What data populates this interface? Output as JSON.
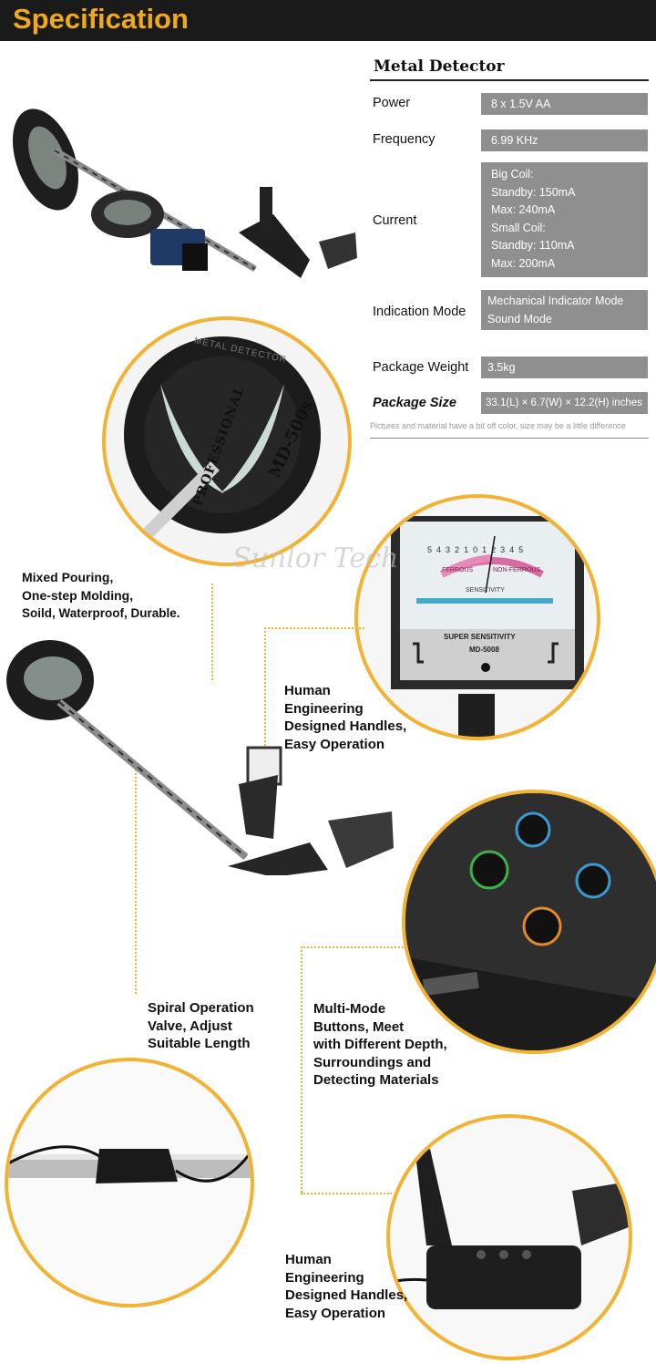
{
  "header": {
    "title": "Specification"
  },
  "spec": {
    "title": "Metal Detector",
    "rows": [
      {
        "label": "Power",
        "lines": [
          "8 x 1.5V AA"
        ]
      },
      {
        "label": "Frequency",
        "lines": [
          "6.99 KHz"
        ]
      },
      {
        "label": "Current",
        "lines": [
          "Big Coil:",
          "Standby: 150mA",
          "Max: 240mA",
          "Small Coil:",
          "Standby: 110mA",
          "Max: 200mA"
        ]
      },
      {
        "label": "Indication Mode",
        "lines": [
          "Mechanical Indicator Mode",
          "Sound Mode"
        ]
      },
      {
        "label": "Package Weight",
        "lines": [
          "3.5kg"
        ]
      },
      {
        "label": "Package Size",
        "lines": [
          "33.1(L) × 6.7(W) × 12.2(H) inches"
        ]
      }
    ],
    "note": "Pictures and material have a bit off color, size may be a little difference"
  },
  "coil_labels": {
    "brand": "PROFESSIONAL",
    "model": "MD-500s",
    "top": "METAL DETECTOR"
  },
  "meter_labels": {
    "ferrous": "FERROUS",
    "non_ferrous": "NON-FERROUS",
    "sensitivity": "SENSITIVITY",
    "super": "SUPER SENSITIVITY",
    "model": "MD-5008",
    "scale": [
      "5",
      "4",
      "3",
      "2",
      "1",
      "0",
      "1",
      "2",
      "3",
      "4",
      "5"
    ]
  },
  "callouts": {
    "coil": [
      "Mixed Pouring,",
      "One-step Molding,",
      "Soild, Waterproof, Durable."
    ],
    "handle1": [
      "Human",
      "Engineering",
      "Designed Handles,",
      "Easy Operation"
    ],
    "spiral": [
      "Spiral Operation",
      "Valve, Adjust",
      "Suitable Length"
    ],
    "buttons": [
      "Multi-Mode",
      "Buttons, Meet",
      "with Different Depth,",
      "Surroundings and",
      "Detecting Materials"
    ],
    "handle2": [
      "Human",
      "Engineering",
      "Designed Handles,",
      "Easy Operation"
    ]
  },
  "watermark": "Sunlor Tech",
  "colors": {
    "accent": "#f2b233",
    "header_bg": "#1a1a1a",
    "title": "#f0a81c",
    "value_bg": "#8f8f8f"
  }
}
